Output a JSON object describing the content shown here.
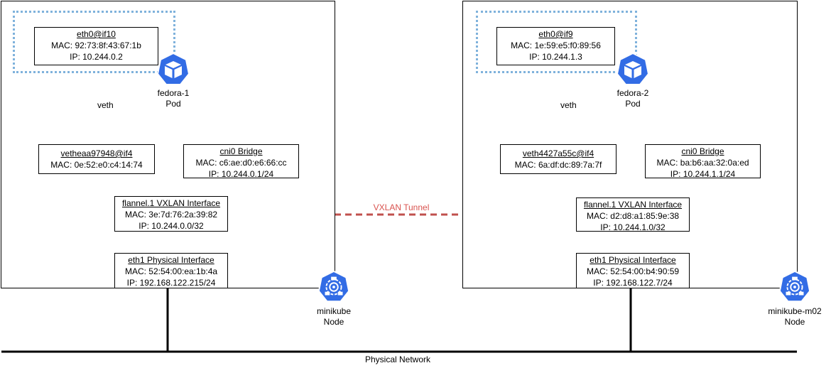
{
  "nodes": [
    {
      "name": "minikube",
      "kind": "Node",
      "pod": {
        "name": "fedora-1",
        "kind": "Pod",
        "eth": {
          "title": "eth0@if10",
          "mac": "MAC: 92:73:8f:43:67:1b",
          "ip": "IP: 10.244.0.2"
        }
      },
      "veth_label": "veth",
      "veth": {
        "title": "vetheaa97948@if4",
        "mac": "MAC: 0e:52:e0:c4:14:74"
      },
      "bridge": {
        "title": "cni0 Bridge",
        "mac": "MAC: c6:ae:d0:e6:66:cc",
        "ip": "IP: 10.244.0.1/24"
      },
      "flannel": {
        "title": "flannel.1 VXLAN Interface",
        "mac": "MAC: 3e:7d:76:2a:39:82",
        "ip": "IP: 10.244.0.0/32"
      },
      "eth1": {
        "title": "eth1 Physical Interface",
        "mac": "MAC: 52:54:00:ea:1b:4a",
        "ip": "IP: 192.168.122.215/24"
      }
    },
    {
      "name": "minikube-m02",
      "kind": "Node",
      "pod": {
        "name": "fedora-2",
        "kind": "Pod",
        "eth": {
          "title": "eth0@if9",
          "mac": "MAC: 1e:59:e5:f0:89:56",
          "ip": "IP: 10.244.1.3"
        }
      },
      "veth_label": "veth",
      "veth": {
        "title": "veth4427a55c@if4",
        "mac": "MAC: 6a:df:dc:89:7a:7f"
      },
      "bridge": {
        "title": "cni0 Bridge",
        "mac": "MAC: ba:b6:aa:32:0a:ed",
        "ip": "IP: 10.244.1.1/24"
      },
      "flannel": {
        "title": "flannel.1 VXLAN Interface",
        "mac": "MAC: d2:d8:a1:85:9e:38",
        "ip": "IP: 10.244.1.0/32"
      },
      "eth1": {
        "title": "eth1 Physical Interface",
        "mac": "MAC: 52:54:00:b4:90:59",
        "ip": "IP: 192.168.122.7/24"
      }
    }
  ],
  "tunnel_label": "VXLAN Tunnel",
  "network_label": "Physical Network",
  "colors": {
    "pod_border": "#7fb2dc",
    "tunnel": "#c0504d",
    "k8s_blue": "#326ce5"
  }
}
